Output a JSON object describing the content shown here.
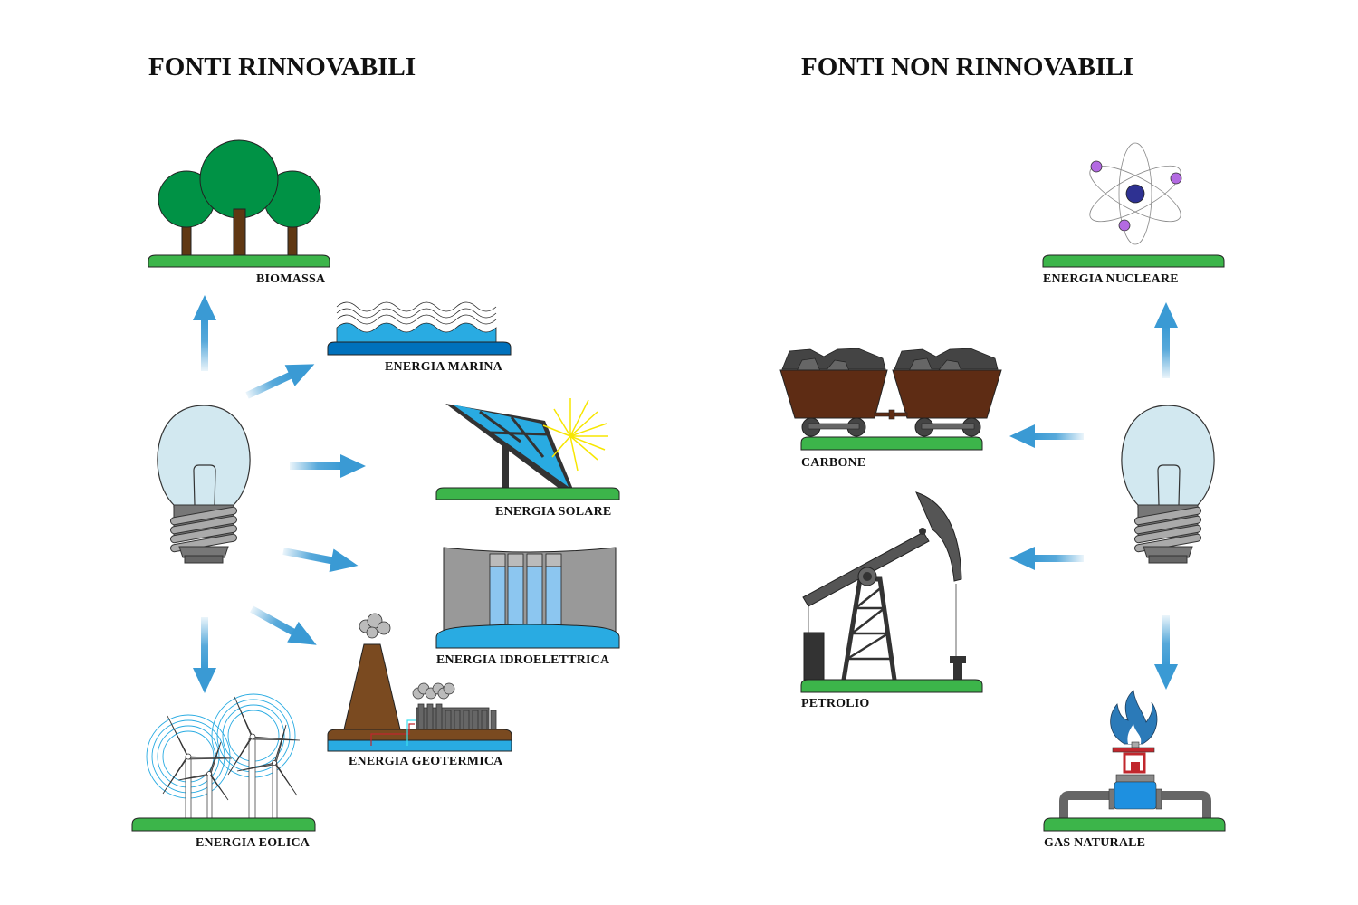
{
  "headings": {
    "renewable": "FONTI RINNOVABILI",
    "non_renewable": "FONTI NON RINNOVABILI"
  },
  "renewable_sources": [
    {
      "id": "biomassa",
      "label": "BIOMASSA",
      "icon": "trees-icon"
    },
    {
      "id": "marina",
      "label": "ENERGIA MARINA",
      "icon": "waves-icon"
    },
    {
      "id": "solare",
      "label": "ENERGIA SOLARE",
      "icon": "solar-panel-icon"
    },
    {
      "id": "idroelettrica",
      "label": "ENERGIA IDROELETTRICA",
      "icon": "dam-icon"
    },
    {
      "id": "geotermica",
      "label": "ENERGIA GEOTERMICA",
      "icon": "geothermal-plant-icon"
    },
    {
      "id": "eolica",
      "label": "ENERGIA EOLICA",
      "icon": "wind-turbines-icon"
    }
  ],
  "non_renewable_sources": [
    {
      "id": "nucleare",
      "label": "ENERGIA NUCLEARE",
      "icon": "atom-icon"
    },
    {
      "id": "carbone",
      "label": "CARBONE",
      "icon": "coal-carts-icon"
    },
    {
      "id": "petrolio",
      "label": "PETROLIO",
      "icon": "oil-pump-icon"
    },
    {
      "id": "gas",
      "label": "GAS NATURALE",
      "icon": "gas-valve-icon"
    }
  ],
  "colors": {
    "ground": "#3cb54a",
    "arrow": "#3a9ad4",
    "bulb_glass": "#d2e8f0",
    "tree": "#009245",
    "trunk": "#603813",
    "water": "#29abe2",
    "water_dark": "#0071bc",
    "coal_cart": "#5e2c14",
    "nucleus": "#2e3192",
    "electron": "#b36ae2"
  }
}
